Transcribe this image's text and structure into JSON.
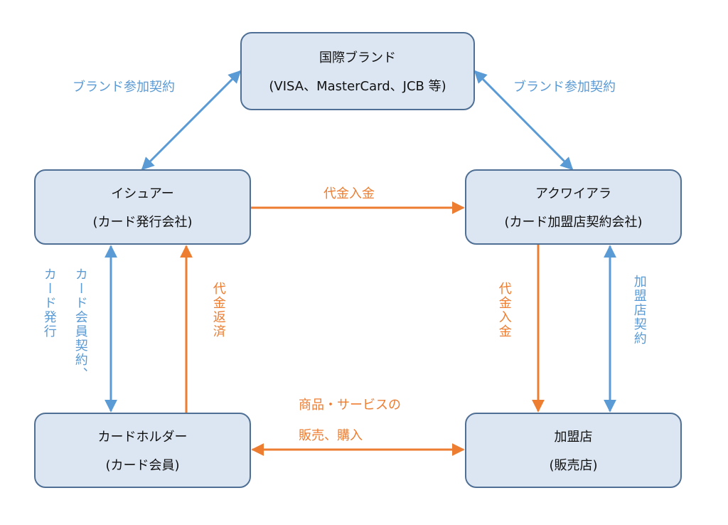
{
  "boxes": {
    "brand": {
      "name": "国際ブランド",
      "sub": "(VISA、MasterCard、JCB 等)"
    },
    "issuer": {
      "name": "イシュアー",
      "sub": "(カード発行会社)"
    },
    "acquirer": {
      "name": "アクワイアラ",
      "sub": "(カード加盟店契約会社)"
    },
    "holder": {
      "name": "カードホルダー",
      "sub": "(カード会員)"
    },
    "merchant": {
      "name": "加盟店",
      "sub": "(販売店)"
    }
  },
  "labels": {
    "brand_left": "ブランド参加契約",
    "brand_right": "ブランド参加契約",
    "issuer_to_acquirer": "代金入金",
    "holder_to_issuer": "代金返済",
    "acquirer_to_merchant": "代金入金",
    "acquirer_merchant_contract": "加盟店契約",
    "issuer_holder_outer": "カード発行",
    "issuer_holder_inner": "カード会員契約、",
    "holder_merchant_1": "商品・サービスの",
    "holder_merchant_2": "販売、購入"
  },
  "colors": {
    "blue": "#5b9bd5",
    "orange": "#ed7d31",
    "box_fill": "#dce6f2",
    "box_border": "#4f6f94"
  }
}
